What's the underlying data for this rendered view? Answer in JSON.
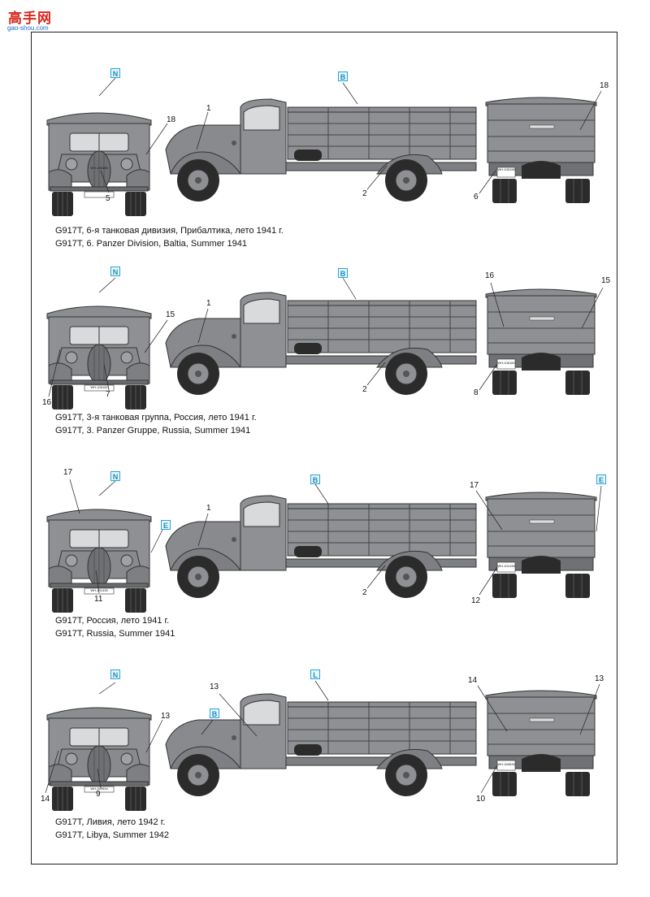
{
  "logo": {
    "text": "高手网",
    "url": "gao-shou.com"
  },
  "profiles": [
    {
      "caption_ru": "G917T, 6-я танковая дивизия, Прибалтика, лето 1941 г.",
      "caption_en": "G917T, 6. Panzer Division, Baltia, Summer 1941",
      "plate_front": "WH-106196",
      "plate_rear": "WH-106196",
      "callouts": {
        "front_top": "N",
        "front_right": "18",
        "front_bottom": "5",
        "side_top": "B",
        "side_cab": "1",
        "side_bottom": "2",
        "rear_top": "18",
        "rear_bottom": "6"
      }
    },
    {
      "caption_ru": "G917T, 3-я танковая группа, Россия, лето 1941 г.",
      "caption_en": "G917T, 3. Panzer Gruppe, Russia, Summer 1941",
      "plate_front": "WH-106182",
      "plate_rear": "WH-106182",
      "callouts": {
        "front_top": "N",
        "front_right": "15",
        "front_left": "16",
        "front_bottom": "7",
        "side_top": "B",
        "side_cab": "1",
        "side_bottom": "2",
        "rear_left": "16",
        "rear_right": "15",
        "rear_bottom": "8"
      }
    },
    {
      "caption_ru": "G917T, Россия, лето 1941 г.",
      "caption_en": "G917T, Russia, Summer 1941",
      "plate_front": "WH-101435",
      "plate_rear": "WH-101435",
      "callouts": {
        "front_top": "N",
        "front_left": "17",
        "front_right": "E",
        "front_bottom": "11",
        "side_top": "B",
        "side_cab": "1",
        "side_bottom": "2",
        "rear_left": "17",
        "rear_right": "E",
        "rear_bottom": "12"
      }
    },
    {
      "caption_ru": "G917T, Ливия, лето 1942 г.",
      "caption_en": "G917T, Libya, Summer 1942",
      "plate_front": "WH-349534",
      "plate_rear": "WH-349534",
      "callouts": {
        "front_top": "N",
        "front_right": "13",
        "front_left": "14",
        "front_bottom": "9",
        "side_top": "L",
        "side_cab": "13",
        "side_hood": "B",
        "rear_left": "14",
        "rear_right": "13",
        "rear_bottom": "10"
      }
    }
  ]
}
